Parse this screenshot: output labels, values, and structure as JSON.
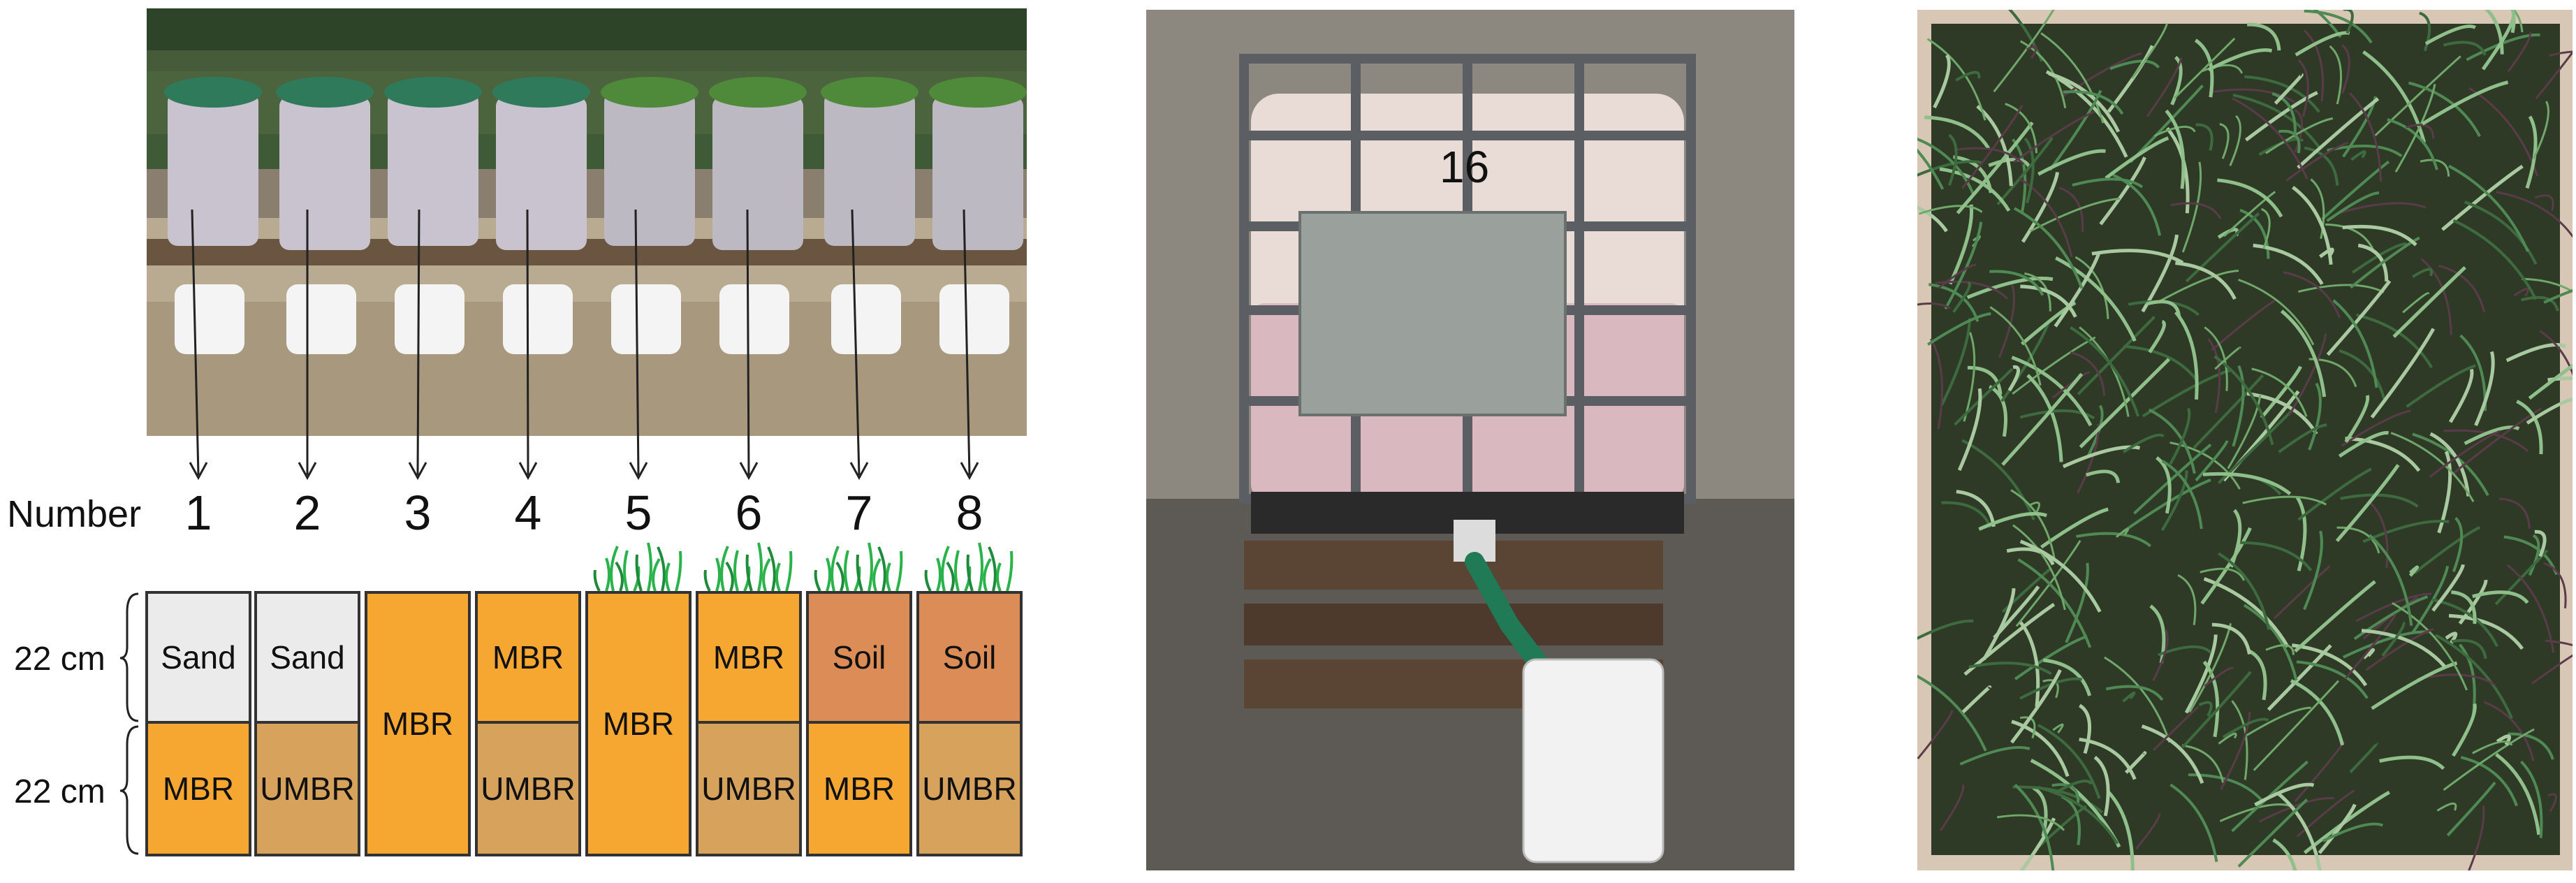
{
  "figure": {
    "panel_a": {
      "row_header": "Number",
      "column_numbers": [
        "1",
        "2",
        "3",
        "4",
        "5",
        "6",
        "7",
        "8"
      ],
      "depth_labels": [
        "22 cm",
        "22 cm"
      ],
      "columns": [
        {
          "top": "Sand",
          "bottom": "MBR",
          "vegetated": false
        },
        {
          "top": "Sand",
          "bottom": "UMBR",
          "vegetated": false
        },
        {
          "full": "MBR",
          "vegetated": false
        },
        {
          "top": "MBR",
          "bottom": "UMBR",
          "vegetated": false
        },
        {
          "full": "MBR",
          "vegetated": true
        },
        {
          "top": "MBR",
          "bottom": "UMBR",
          "vegetated": true
        },
        {
          "top": "Soil",
          "bottom": "MBR",
          "vegetated": true
        },
        {
          "top": "Soil",
          "bottom": "UMBR",
          "vegetated": true
        }
      ],
      "colors": {
        "sand": "#ebebeb",
        "mbr": "#f5a732",
        "umbr": "#d6a25c",
        "soil": "#dc8c57"
      }
    },
    "panel_b": {
      "tank_label": "16"
    }
  }
}
